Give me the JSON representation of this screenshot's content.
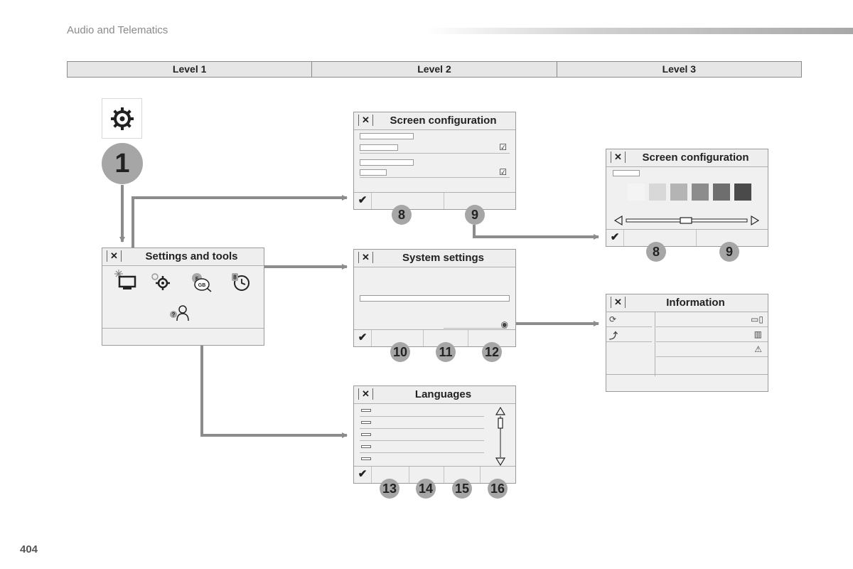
{
  "header": {
    "title": "Audio and Telematics"
  },
  "levels": [
    "Level 1",
    "Level 2",
    "Level 3"
  ],
  "step": "1",
  "page_number": "404",
  "panels": {
    "settings": {
      "title": "Settings and tools",
      "close": "✕"
    },
    "screen_config": {
      "title": "Screen configuration",
      "close": "✕",
      "confirm": "✔",
      "labels": [
        "8",
        "9"
      ]
    },
    "screen_config_l3": {
      "title": "Screen configuration",
      "close": "✕",
      "confirm": "✔",
      "labels": [
        "8",
        "9"
      ]
    },
    "system_settings": {
      "title": "System settings",
      "close": "✕",
      "confirm": "✔",
      "labels": [
        "10",
        "11",
        "12"
      ]
    },
    "information": {
      "title": "Information",
      "close": "✕"
    },
    "languages": {
      "title": "Languages",
      "close": "✕",
      "confirm": "✔",
      "labels": [
        "13",
        "14",
        "15",
        "16"
      ]
    }
  },
  "icons": {
    "settings_shortcut": "gear-icon",
    "level1_icons": [
      "screen-icon",
      "gear-icon",
      "language-icon",
      "clock-icon",
      "help-user-icon"
    ],
    "language_badges": [
      "F",
      "GB"
    ],
    "clock_badge": "8",
    "help_badge": "?",
    "info_left": [
      "refresh-icon",
      "return-icon"
    ],
    "info_right": [
      "display-icon",
      "grid-icon",
      "warning-icon"
    ]
  },
  "colors": {
    "step_circle": "#a6a6a6",
    "arrow": "#8c8c8c",
    "panel_bg": "#f0f0f0"
  },
  "swatch_colors": [
    "#f4f4f4",
    "#d8d8d8",
    "#b4b4b4",
    "#8c8c8c",
    "#6e6e6e",
    "#4a4a4a"
  ]
}
